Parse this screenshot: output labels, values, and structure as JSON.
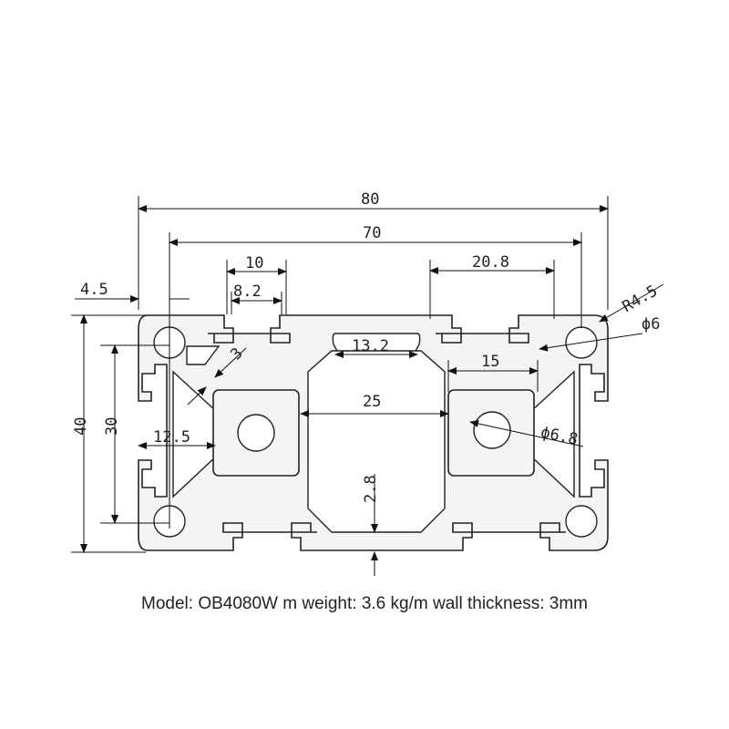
{
  "dimensions": {
    "overall_width": "80",
    "hole_spacing": "70",
    "slot_opening": "10",
    "slot_inner": "8.2",
    "edge_offset": "4.5",
    "web_angle": "3",
    "top_channel": "13.2",
    "right_slot_span": "20.8",
    "radius": "R4.5",
    "corner_hole": "ϕ6",
    "center_span": "15",
    "center_gap": "25",
    "center_bore": "ϕ6.8",
    "half_pitch": "12.5",
    "overall_height": "40",
    "inner_height": "30",
    "wall": "2.8"
  },
  "caption": {
    "text": "Model: OB4080W m weight: 3.6 kg/m wall thickness: 3mm"
  }
}
